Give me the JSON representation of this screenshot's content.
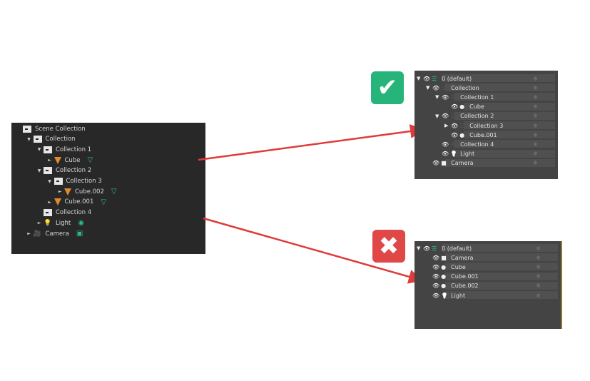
{
  "blender_outliner": {
    "rows": [
      {
        "label": "Scene Collection",
        "depth": 0,
        "type": "collection",
        "arrow": ""
      },
      {
        "label": "Collection",
        "depth": 1,
        "type": "collection",
        "arrow": "down"
      },
      {
        "label": "Collection 1",
        "depth": 2,
        "type": "collection",
        "arrow": "down"
      },
      {
        "label": "Cube",
        "depth": 3,
        "type": "mesh",
        "arrow": "right",
        "data": "mesh-data-icon"
      },
      {
        "label": "Collection 2",
        "depth": 2,
        "type": "collection",
        "arrow": "down"
      },
      {
        "label": "Collection 3",
        "depth": 3,
        "type": "collection",
        "arrow": "down"
      },
      {
        "label": "Cube.002",
        "depth": 4,
        "type": "mesh",
        "arrow": "right",
        "data": "mesh-data-icon"
      },
      {
        "label": "Cube.001",
        "depth": 3,
        "type": "mesh",
        "arrow": "right",
        "data": "mesh-data-icon"
      },
      {
        "label": "Collection 4",
        "depth": 2,
        "type": "collection",
        "arrow": ""
      },
      {
        "label": "Light",
        "depth": 2,
        "type": "light",
        "arrow": "right",
        "data": "light-data-icon"
      },
      {
        "label": "Camera",
        "depth": 1,
        "type": "camera",
        "arrow": "right",
        "data": "camera-data-icon"
      }
    ]
  },
  "correct_layers": {
    "status": "correct",
    "rows": [
      {
        "label": "0 (default)",
        "depth": 0,
        "type": "layer",
        "arrow": "down"
      },
      {
        "label": "Collection",
        "depth": 1,
        "type": "layer-gray",
        "arrow": "down"
      },
      {
        "label": "Collection 1",
        "depth": 2,
        "type": "layer-gray",
        "arrow": "down"
      },
      {
        "label": "Cube",
        "depth": 3,
        "type": "sphere",
        "arrow": ""
      },
      {
        "label": "Collection 2",
        "depth": 2,
        "type": "layer-gray",
        "arrow": "down"
      },
      {
        "label": "Collection 3",
        "depth": 3,
        "type": "layer-gray",
        "arrow": "right"
      },
      {
        "label": "Cube.001",
        "depth": 3,
        "type": "sphere",
        "arrow": ""
      },
      {
        "label": "Collection 4",
        "depth": 2,
        "type": "layer-gray",
        "arrow": ""
      },
      {
        "label": "Light",
        "depth": 2,
        "type": "light",
        "arrow": ""
      },
      {
        "label": "Camera",
        "depth": 1,
        "type": "camera",
        "arrow": ""
      }
    ]
  },
  "wrong_layers": {
    "status": "wrong",
    "rows": [
      {
        "label": "0 (default)",
        "depth": 0,
        "type": "layer",
        "arrow": "down"
      },
      {
        "label": "Camera",
        "depth": 1,
        "type": "camera",
        "arrow": ""
      },
      {
        "label": "Cube",
        "depth": 1,
        "type": "sphere",
        "arrow": ""
      },
      {
        "label": "Cube.001",
        "depth": 1,
        "type": "sphere",
        "arrow": ""
      },
      {
        "label": "Cube.002",
        "depth": 1,
        "type": "sphere",
        "arrow": ""
      },
      {
        "label": "Light",
        "depth": 1,
        "type": "light",
        "arrow": ""
      }
    ]
  },
  "colors": {
    "check": "#27b47a",
    "cross": "#e04848",
    "arrow": "#e03a3a"
  }
}
